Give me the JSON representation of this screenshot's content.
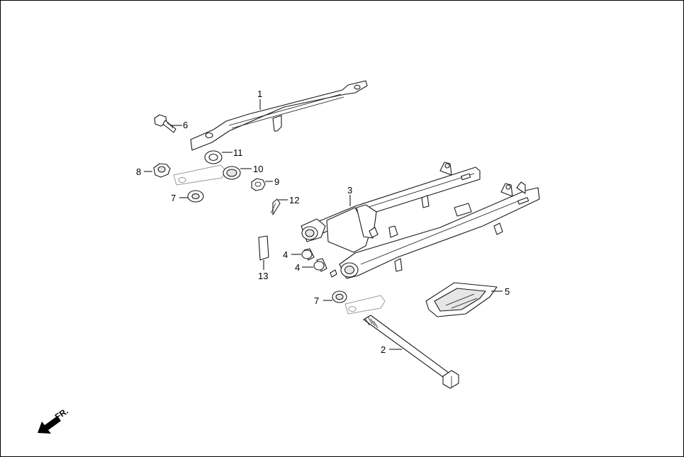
{
  "callouts": [
    {
      "id": "c1",
      "label": "1"
    },
    {
      "id": "c2",
      "label": "2"
    },
    {
      "id": "c3",
      "label": "3"
    },
    {
      "id": "c4a",
      "label": "4"
    },
    {
      "id": "c4b",
      "label": "4"
    },
    {
      "id": "c5",
      "label": "5"
    },
    {
      "id": "c6",
      "label": "6"
    },
    {
      "id": "c7a",
      "label": "7"
    },
    {
      "id": "c7b",
      "label": "7"
    },
    {
      "id": "c8",
      "label": "8"
    },
    {
      "id": "c9",
      "label": "9"
    },
    {
      "id": "c10",
      "label": "10"
    },
    {
      "id": "c11",
      "label": "11"
    },
    {
      "id": "c12",
      "label": "12"
    },
    {
      "id": "c13",
      "label": "13"
    }
  ],
  "direction": {
    "label": "FR.",
    "icon": "front-direction-arrow-icon"
  }
}
